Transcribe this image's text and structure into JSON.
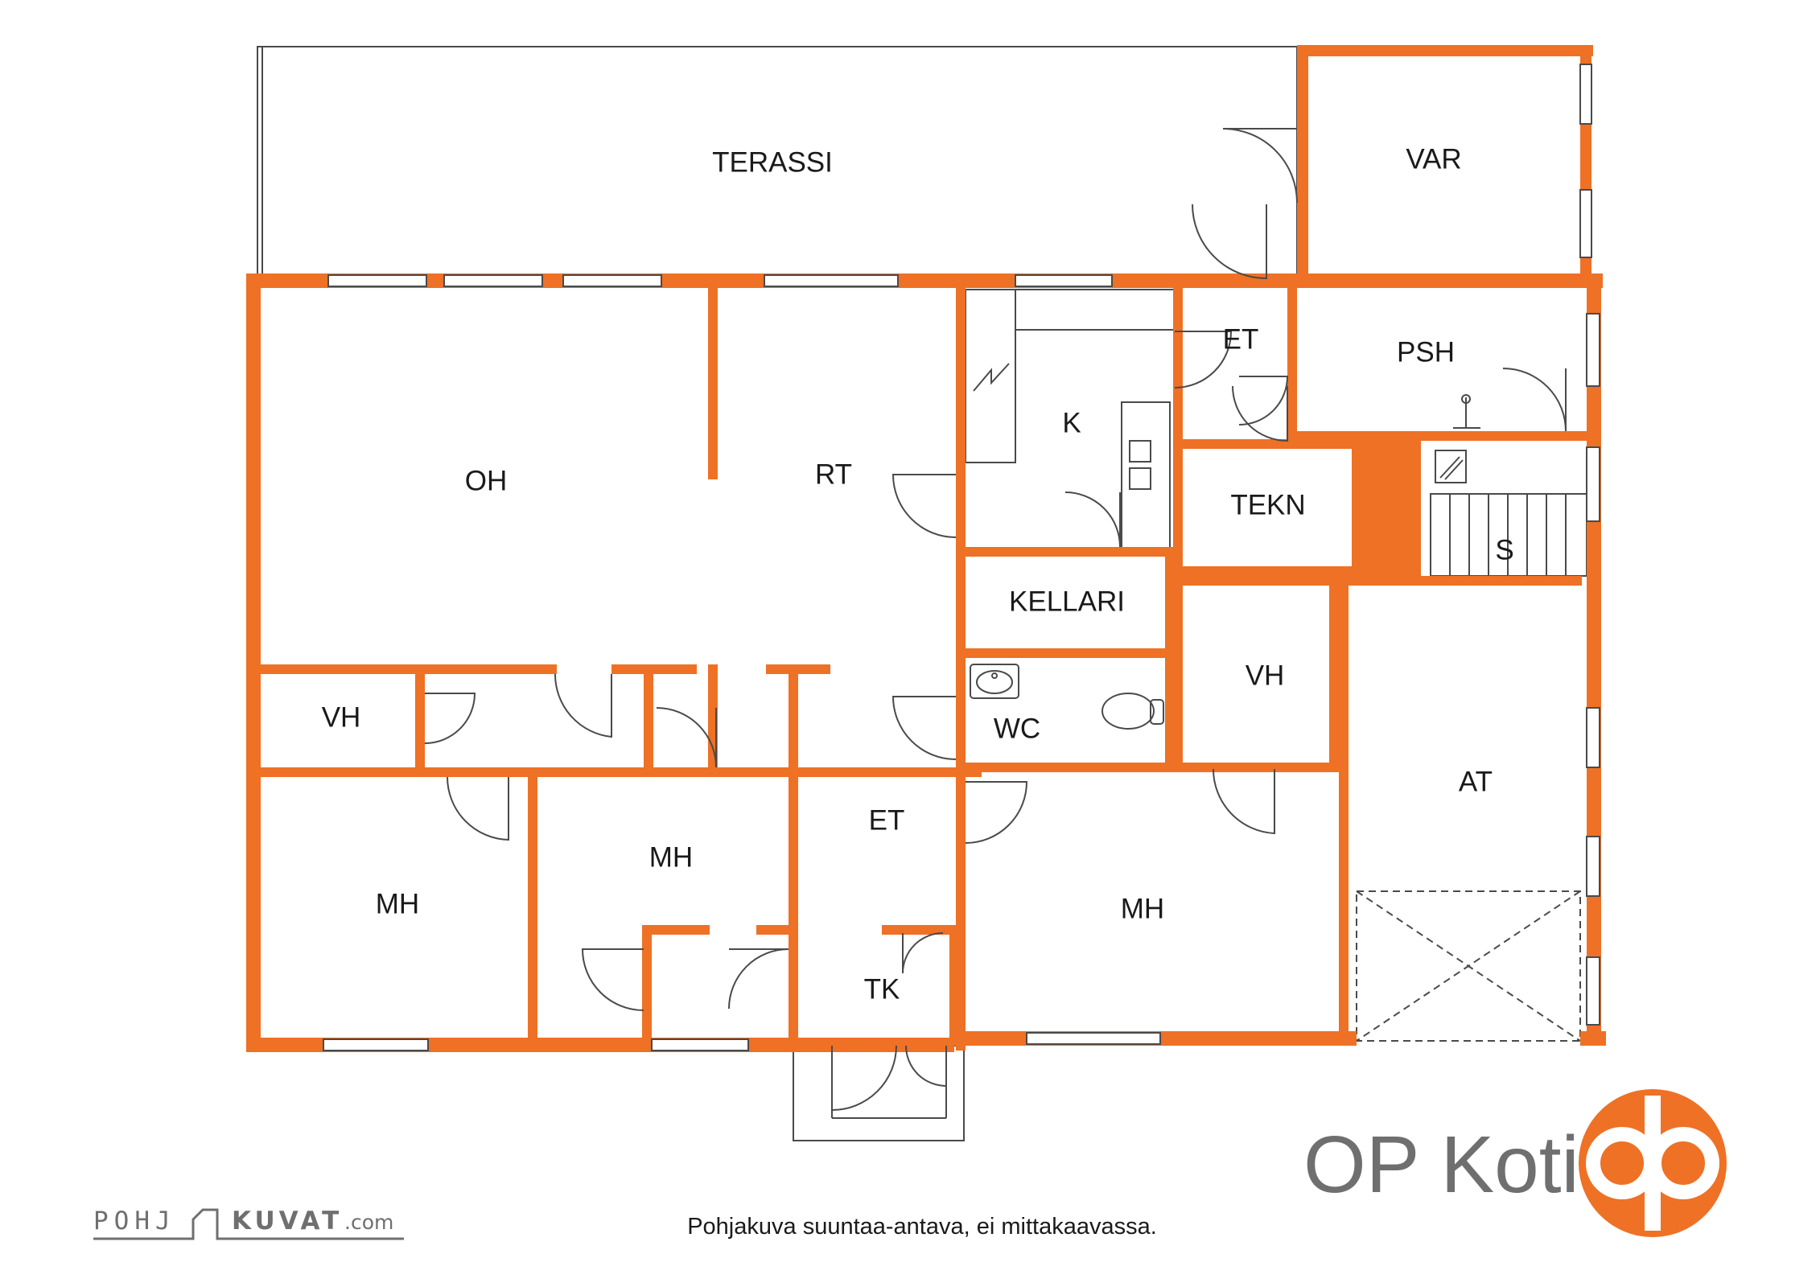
{
  "colors": {
    "wall": "#ee7125",
    "line": "#4a4a4a",
    "text": "#1a1a1a",
    "brand_gray": "#6f6f6f",
    "background": "#ffffff"
  },
  "rooms": {
    "terassi": "TERASSI",
    "var": "VAR",
    "et_top": "ET",
    "psh": "PSH",
    "oh": "OH",
    "rt": "RT",
    "k": "K",
    "tekn": "TEKN",
    "s": "S",
    "kellari": "KELLARI",
    "vh_left": "VH",
    "wc": "WC",
    "vh_right": "VH",
    "at": "AT",
    "et_mid": "ET",
    "mh_left": "MH",
    "mh_center": "MH",
    "mh_right": "MH",
    "tk": "TK"
  },
  "caption": "Pohjakuva suuntaa-antava, ei mittakaavassa.",
  "brand": {
    "name": "OP Koti",
    "logo_icon": "op-logo-icon"
  },
  "credit": {
    "text_left": "POHJ",
    "text_right": "KUVAT",
    "suffix": ".com"
  }
}
